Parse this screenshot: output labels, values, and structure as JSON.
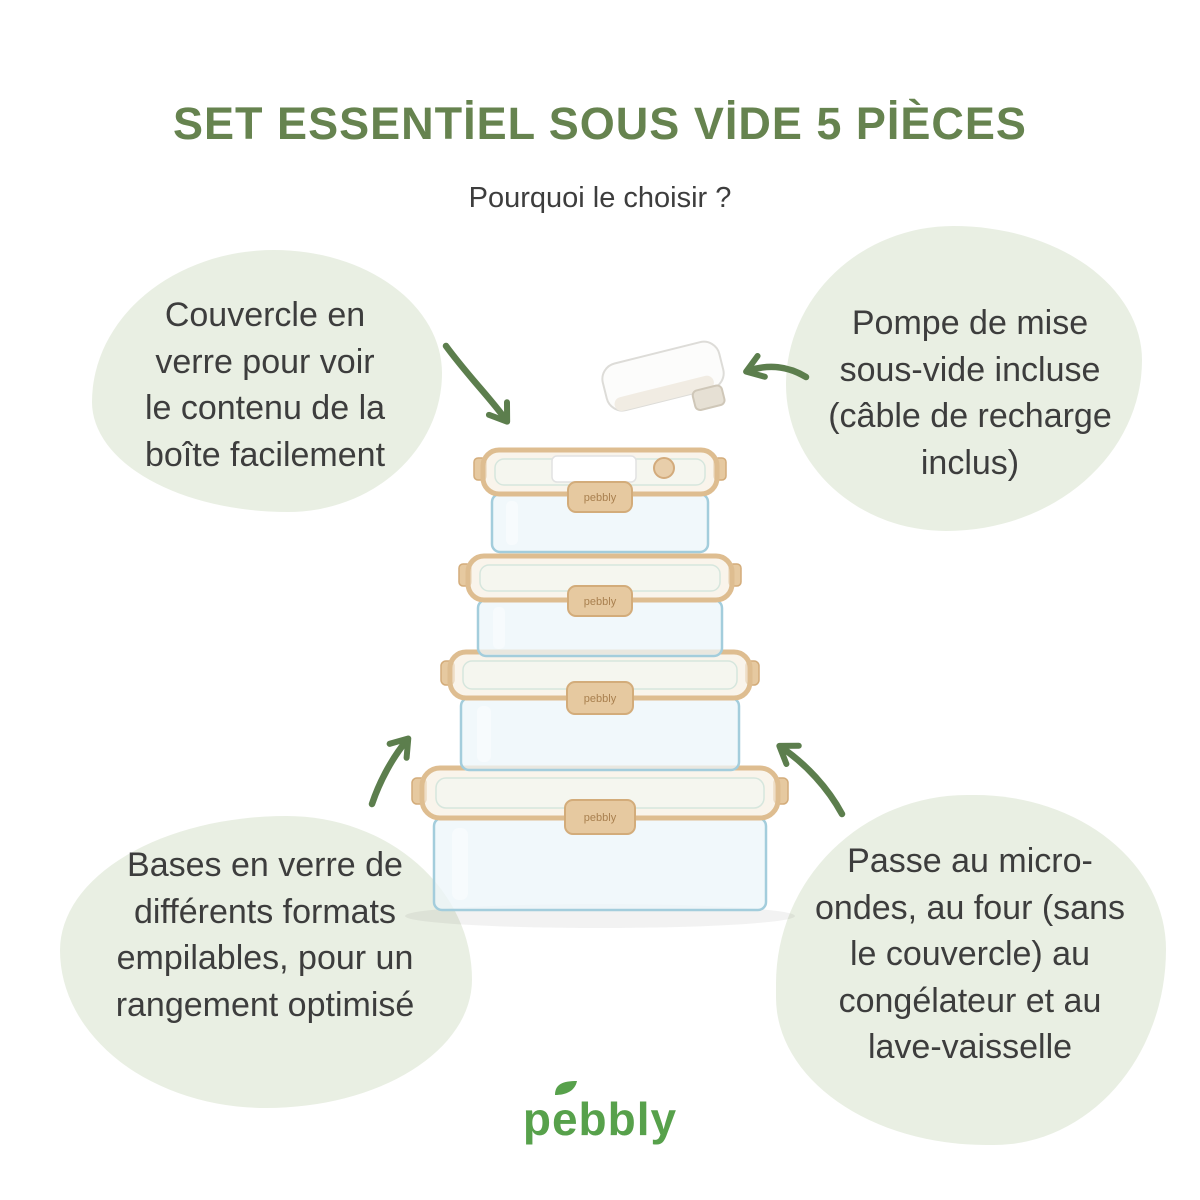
{
  "header": {
    "title": "SET ESSENTİEL SOUS VİDE 5 PİÈCES",
    "subtitle": "Pourquoi le choisir ?"
  },
  "annotations": {
    "top_left": "Couvercle en\nverre pour voir\nle contenu de la\nboîte facilement",
    "top_right": "Pompe de mise\nsous-vide incluse\n(câble de recharge\ninclus)",
    "bottom_left": "Bases en verre de\ndifférents formats\nempilables, pour un\nrangement optimisé",
    "bottom_right": "Passe au micro-\nondes, au four (sans\nle couvercle) au\ncongélateur et au\nlave-vaisselle"
  },
  "product": {
    "clip_label": "pebbly"
  },
  "brand": {
    "logo_text": "pebbly"
  },
  "colors": {
    "title_green": "#66834f",
    "logo_green": "#57a14b",
    "arrow_green": "#5c7e4d",
    "blob_green": "#e9efe3",
    "annotation_text": "#3d3d3d",
    "lid_beige": "#e3c79d",
    "glass_blue": "#dceef5"
  }
}
